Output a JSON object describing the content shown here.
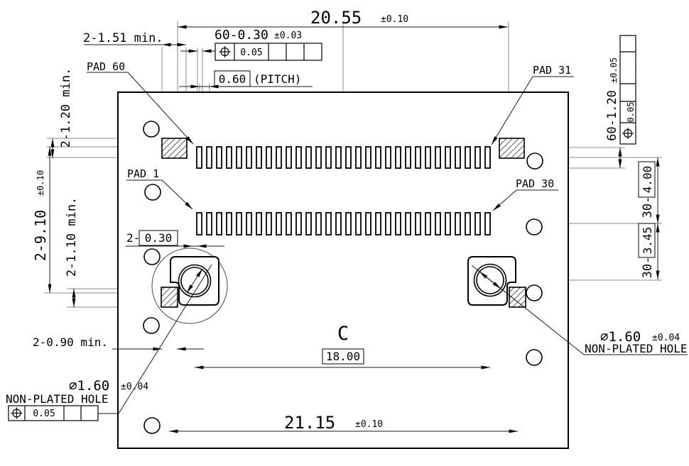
{
  "drawing_type": "connector land pattern drawing",
  "dims": {
    "top_span": "20.55",
    "top_span_tol": "±0.10",
    "pad_width": "60-0.30",
    "pad_width_tol": "±0.03",
    "mask_top_width": "2-1.51 min.",
    "mask_top_height": "2-1.20 min.",
    "pitch": "0.60",
    "pitch_note": "(PITCH)",
    "row_offset": "2-9.10",
    "row_offset_tol": "±0.10",
    "mask_bottom_height": "2-1.10 min.",
    "mask_bottom_width": "2-0.90 min.",
    "notch_prefix": "2-",
    "notch_width": "0.30",
    "hole_span": "18.00",
    "bottom_span": "21.15",
    "bottom_span_tol": "±0.10",
    "pad_height": "60-1.20",
    "pad_height_tol": "±0.05",
    "row_pitch_prefix": "30-",
    "row_pitch": "4.00",
    "row_to_hole_prefix": "30-",
    "row_to_hole": "3.45",
    "center_mark": "C"
  },
  "pad_labels": {
    "pad60": "PAD 60",
    "pad31": "PAD 31",
    "pad1": "PAD 1",
    "pad30": "PAD 30"
  },
  "tolerance_frames": {
    "top": {
      "tolerance": "0.05"
    },
    "right": {
      "tolerance": "0.05"
    },
    "bottom_left": {
      "tolerance": "0.05"
    }
  },
  "npth": {
    "left": {
      "diameter": "⌀1.60",
      "tol": "±0.04",
      "label": "NON-PLATED HOLE"
    },
    "right": {
      "diameter": "⌀1.60",
      "tol": "±0.04",
      "label": "NON-PLATED HOLE"
    }
  },
  "pads": {
    "per_row": 30,
    "rows": 2,
    "total": 60
  }
}
